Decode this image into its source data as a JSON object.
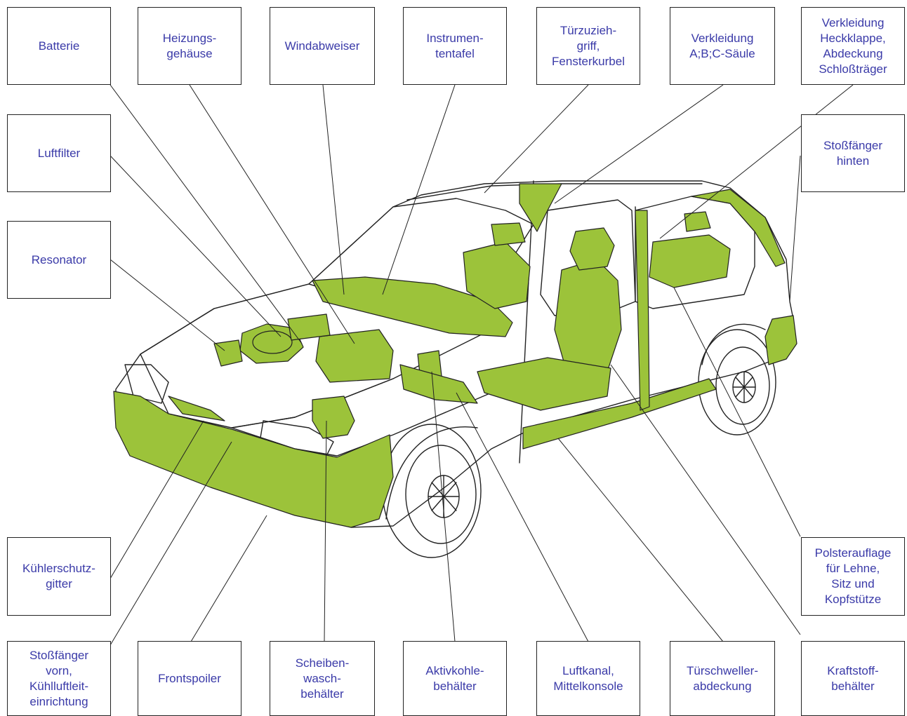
{
  "colors": {
    "highlight": "#9cc33a",
    "highlight_dark": "#86ab2a",
    "label_text": "#3a3aa8",
    "line": "#222222"
  },
  "icons": [
    "car-illustration-icon"
  ],
  "labels": [
    {
      "id": "batterie",
      "text": "Batterie"
    },
    {
      "id": "heizungsgehaeuse",
      "text": "Heizungs-\ngehäuse"
    },
    {
      "id": "windabweiser",
      "text": "Windabweiser"
    },
    {
      "id": "instrumententafel",
      "text": "Instrumen-\ntentafel"
    },
    {
      "id": "tuerzuziehgriff",
      "text": "Türzuzieh-\ngriff,\nFensterkurbel"
    },
    {
      "id": "verkleidung-saeule",
      "text": "Verkleidung\nA;B;C-Säule"
    },
    {
      "id": "verkleidung-heckklappe",
      "text": "Verkleidung\nHeckklappe,\nAbdeckung\nSchloßträger"
    },
    {
      "id": "luftfilter",
      "text": "Luftfilter"
    },
    {
      "id": "stossfaenger-hinten",
      "text": "Stoßfänger\nhinten"
    },
    {
      "id": "resonator",
      "text": "Resonator"
    },
    {
      "id": "kuehlerschutzgitter",
      "text": "Kühlerschutz-\ngitter"
    },
    {
      "id": "polsterauflage",
      "text": "Polsterauflage\nfür Lehne,\nSitz und\nKopfstütze"
    },
    {
      "id": "stossfaenger-vorn",
      "text": "Stoßfänger\nvorn,\nKühlluftleit-\neinrichtung"
    },
    {
      "id": "frontspoiler",
      "text": "Frontspoiler"
    },
    {
      "id": "scheibenwaschbehaelter",
      "text": "Scheiben-\nwasch-\nbehälter"
    },
    {
      "id": "aktivkohlebehaelter",
      "text": "Aktivkohle-\nbehälter"
    },
    {
      "id": "luftkanal",
      "text": "Luftkanal,\nMittelkonsole"
    },
    {
      "id": "tuerschwellerabdeckung",
      "text": "Türschweller-\nabdeckung"
    },
    {
      "id": "kraftstoffbehaelter",
      "text": "Kraftstoff-\nbehälter"
    }
  ]
}
